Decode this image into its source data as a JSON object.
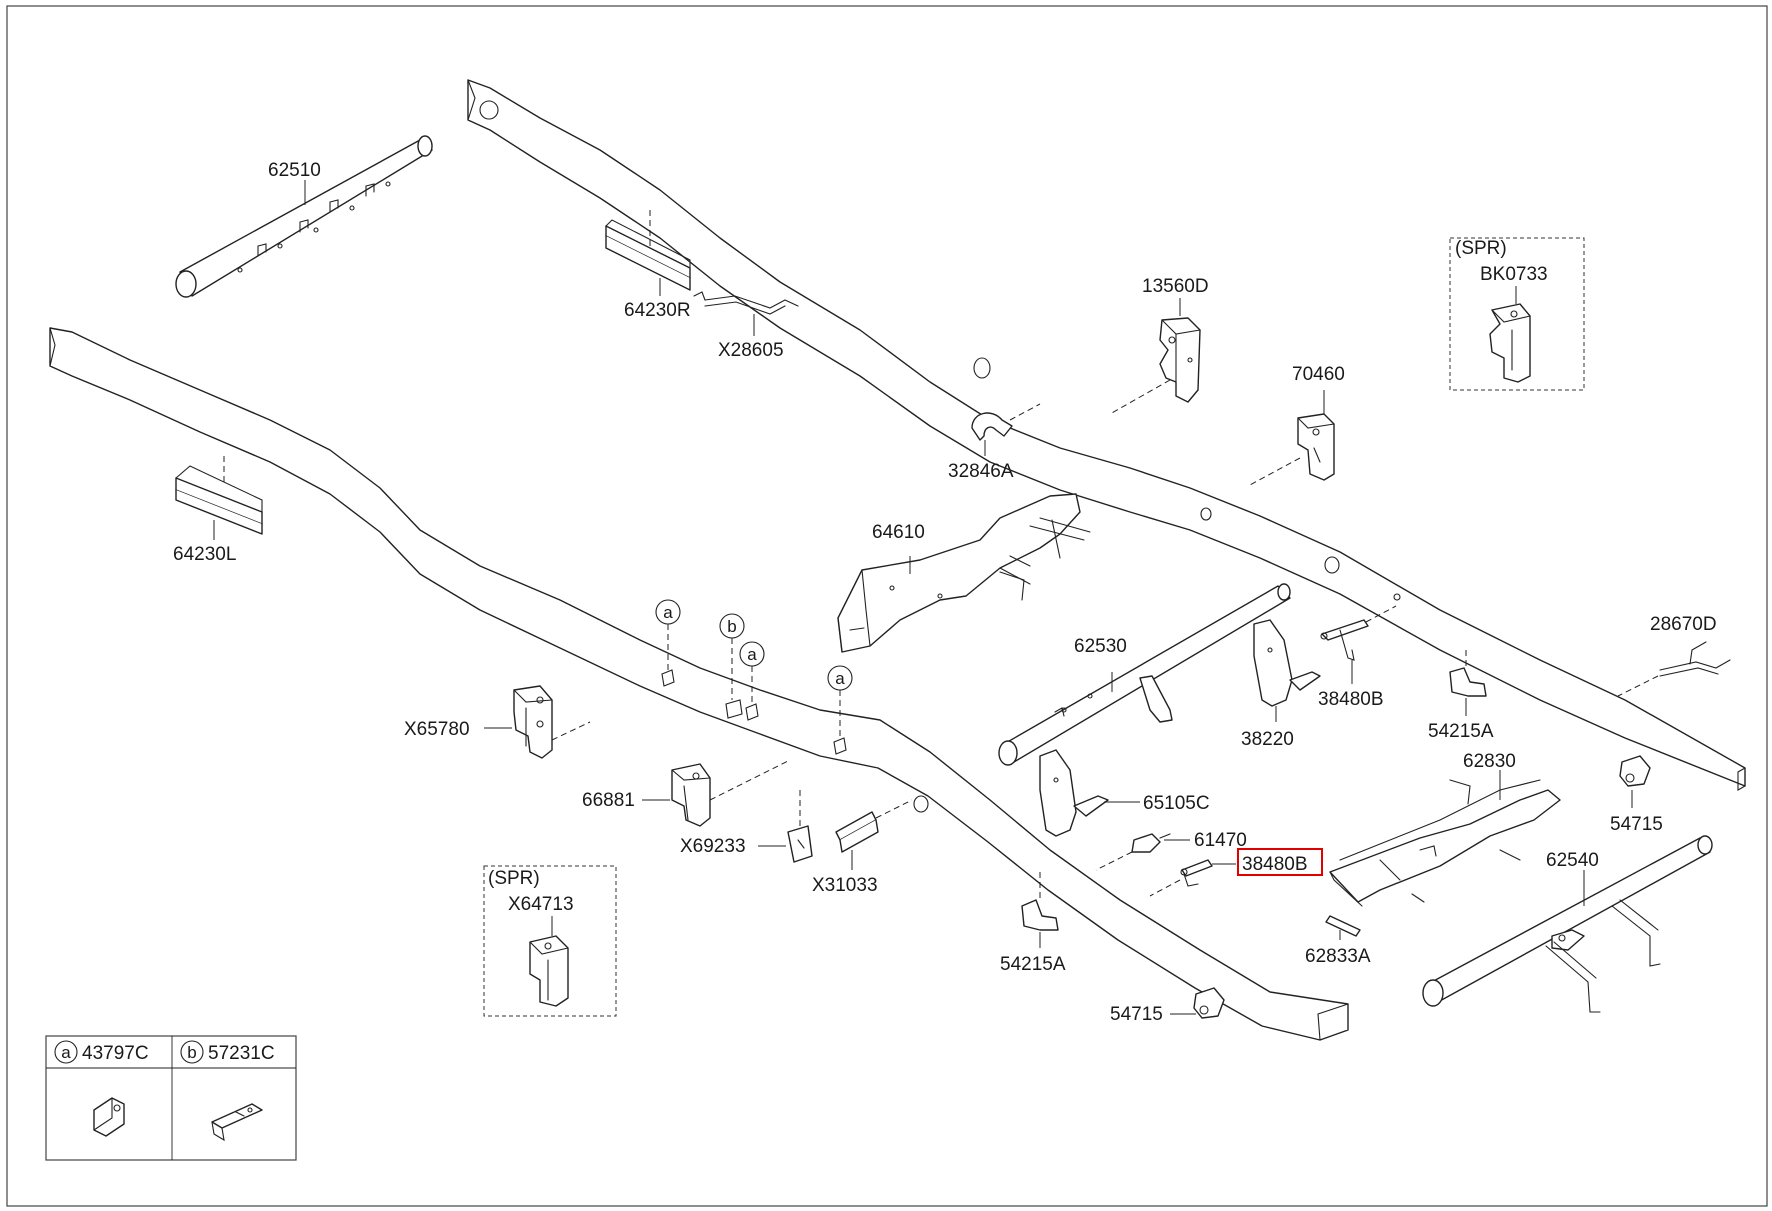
{
  "parts": {
    "p62510": "62510",
    "p64230R": "64230R",
    "pX28605": "X28605",
    "p64230L": "64230L",
    "p13560D": "13560D",
    "p70460": "70460",
    "p32846A": "32846A",
    "p64610": "64610",
    "p62530": "62530",
    "p38220": "38220",
    "p38480B_upper": "38480B",
    "p54215A_right": "54215A",
    "p28670D": "28670D",
    "p62830": "62830",
    "p54715_right": "54715",
    "p62540": "62540",
    "p65105C": "65105C",
    "p61470": "61470",
    "p38480B_selected": "38480B",
    "p62833A": "62833A",
    "pX65780": "X65780",
    "p66881": "66881",
    "pX69233": "X69233",
    "pX31033": "X31033",
    "p54215A_lower": "54215A",
    "p54715_lower": "54715"
  },
  "spr_boxes": {
    "right": {
      "tag": "(SPR)",
      "part": "BK0733"
    },
    "left": {
      "tag": "(SPR)",
      "part": "X64713"
    }
  },
  "callouts": {
    "a": "a",
    "b": "b"
  },
  "legend": {
    "a_letter": "a",
    "a_part": "43797C",
    "b_letter": "b",
    "b_part": "57231C"
  },
  "selected_part": "38480B",
  "colors": {
    "highlight": "#e00000",
    "line": "#222222",
    "background": "#ffffff"
  }
}
